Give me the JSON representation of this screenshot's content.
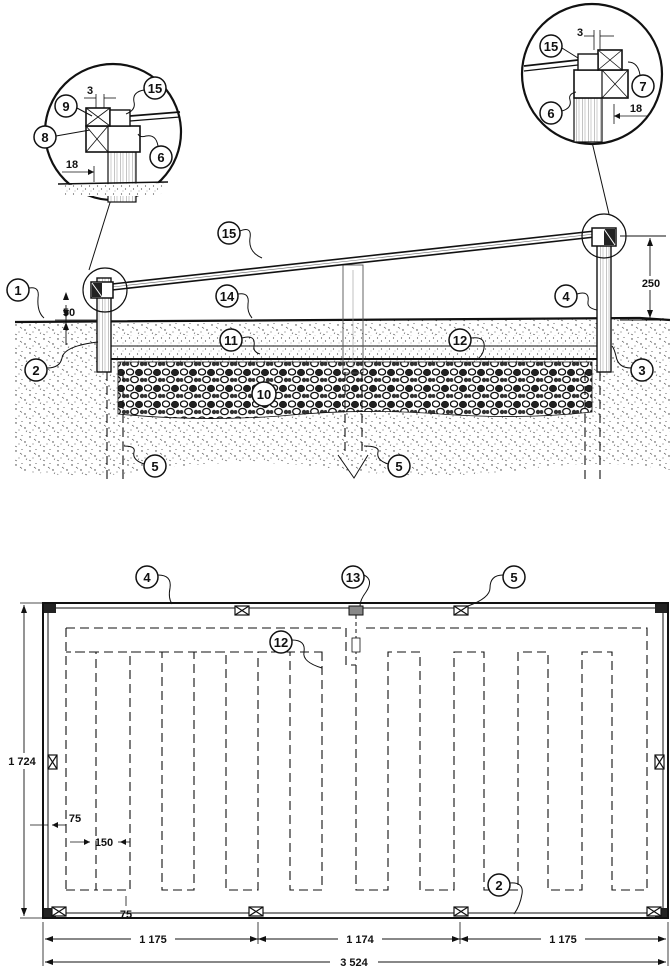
{
  "callouts": {
    "detail_left": {
      "c9": "9",
      "c15": "15",
      "c8": "8",
      "c6": "6",
      "d3": "3",
      "d18": "18"
    },
    "detail_right": {
      "c15": "15",
      "c7": "7",
      "c6": "6",
      "d3": "3",
      "d18": "18"
    },
    "section": {
      "c15": "15",
      "c1": "1",
      "c14": "14",
      "c4": "4",
      "c11": "11",
      "c12": "12",
      "c2": "2",
      "c3": "3",
      "c10": "10",
      "c5a": "5",
      "c5b": "5"
    },
    "plan": {
      "c4": "4",
      "c13": "13",
      "c5": "5",
      "c12": "12",
      "c2": "2"
    }
  },
  "dimensions": {
    "section_height": "250",
    "section_depth": "50",
    "plan_width_total": "3 524",
    "plan_seg_left": "1 175",
    "plan_seg_mid": "1 174",
    "plan_seg_right": "1 175",
    "plan_height": "1 724",
    "plan_edge_gap": "75",
    "plan_strip_gap": "150",
    "plan_bottom_gap": "75"
  },
  "colors": {
    "ink": "#111111",
    "paper": "#ffffff"
  }
}
